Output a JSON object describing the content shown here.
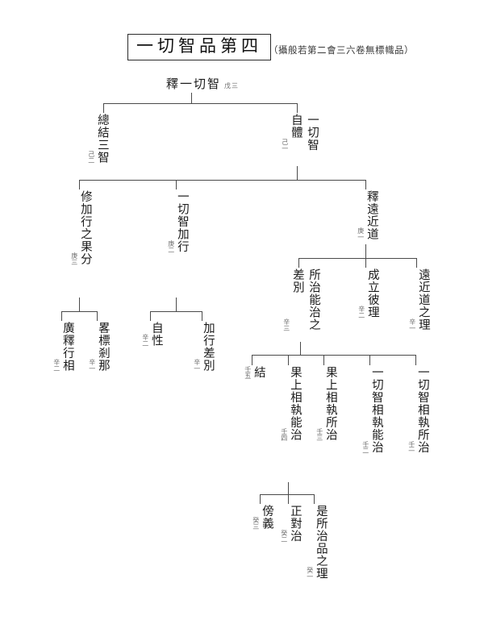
{
  "document": {
    "title": "一切智品第四",
    "subtitle": "（攝般若第二會三六卷無標幟品）"
  },
  "tree": {
    "root": {
      "text": "釋一切智",
      "tag": "戊三"
    },
    "level_ji": [
      {
        "text": "總結三智",
        "tag": "己二"
      },
      {
        "text_main": "一切智",
        "text_sub": "自體",
        "tag": "己一"
      }
    ],
    "level_geng": [
      {
        "text": "修加行之果分",
        "tag": "庚三"
      },
      {
        "text": "一切智加行",
        "tag": "庚二"
      },
      {
        "text": "釋遠近道",
        "tag": "庚一"
      }
    ],
    "level_xin_left": [
      {
        "text": "廣釋行相",
        "tag": "辛二"
      },
      {
        "text": "畧標剎那",
        "tag": "辛一"
      }
    ],
    "level_xin_mid": [
      {
        "text": "自性",
        "tag": "辛二"
      },
      {
        "text": "加行差別",
        "tag": "辛一"
      }
    ],
    "level_xin_right": [
      {
        "text_main": "所治能治之",
        "text_sub": "差別",
        "tag": "辛三"
      },
      {
        "text": "成立彼理",
        "tag": "辛二"
      },
      {
        "text": "遠近道之理",
        "tag": "辛一"
      }
    ],
    "level_ren": [
      {
        "text": "結",
        "tag": "壬五"
      },
      {
        "text": "果上相執能治",
        "tag": "壬四"
      },
      {
        "text": "果上相執所治",
        "tag": "壬三"
      },
      {
        "text": "一切智相執能治",
        "tag": "壬二"
      },
      {
        "text": "一切智相執所治",
        "tag": "壬一"
      }
    ],
    "level_gui": [
      {
        "text": "傍義",
        "tag": "癸三"
      },
      {
        "text": "正對治",
        "tag": "癸二"
      },
      {
        "text": "是所治品之理",
        "tag": "癸一"
      }
    ]
  },
  "colors": {
    "ink": "#1a1a1a",
    "line": "#4a4a4a",
    "tag": "#6a6a6a",
    "page": "#ffffff"
  }
}
